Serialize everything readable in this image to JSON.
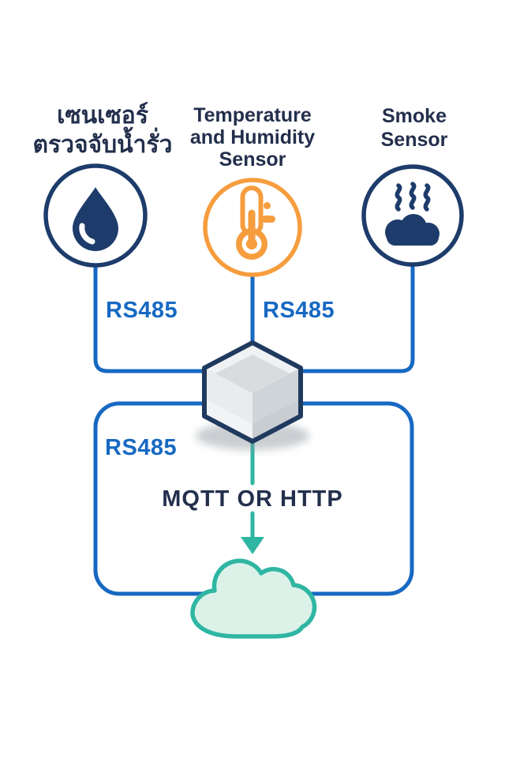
{
  "diagram": {
    "sensors": [
      {
        "label_line1": "เซนเซอร์",
        "label_line2": "ตรวจจับน้ำรั่ว",
        "icon": "water-drop-icon",
        "ring_color": "#1d3c6b",
        "protocol": "RS485"
      },
      {
        "label_line1": "Temperature",
        "label_line2": "and Humidity",
        "label_line3": "Sensor",
        "icon": "thermometer-icon",
        "ring_color": "#f69d3e",
        "protocol": "RS485"
      },
      {
        "label_line1": "Smoke",
        "label_line2": "Sensor",
        "icon": "smoke-icon",
        "ring_color": "#1d3c6b"
      }
    ],
    "gateway": {
      "icon": "gateway-cube-icon",
      "bus_protocol": "RS485"
    },
    "cloud_link": {
      "transport": "MQTT OR HTTP",
      "icon": "cloud-icon"
    },
    "colors": {
      "connector_blue": "#1769c2",
      "label_navy": "#232f4c",
      "accent_orange": "#f69d3e",
      "accent_teal": "#2fb6a3",
      "cloud_fill": "#dcf2e9",
      "icon_navy": "#1d3c6b"
    }
  }
}
